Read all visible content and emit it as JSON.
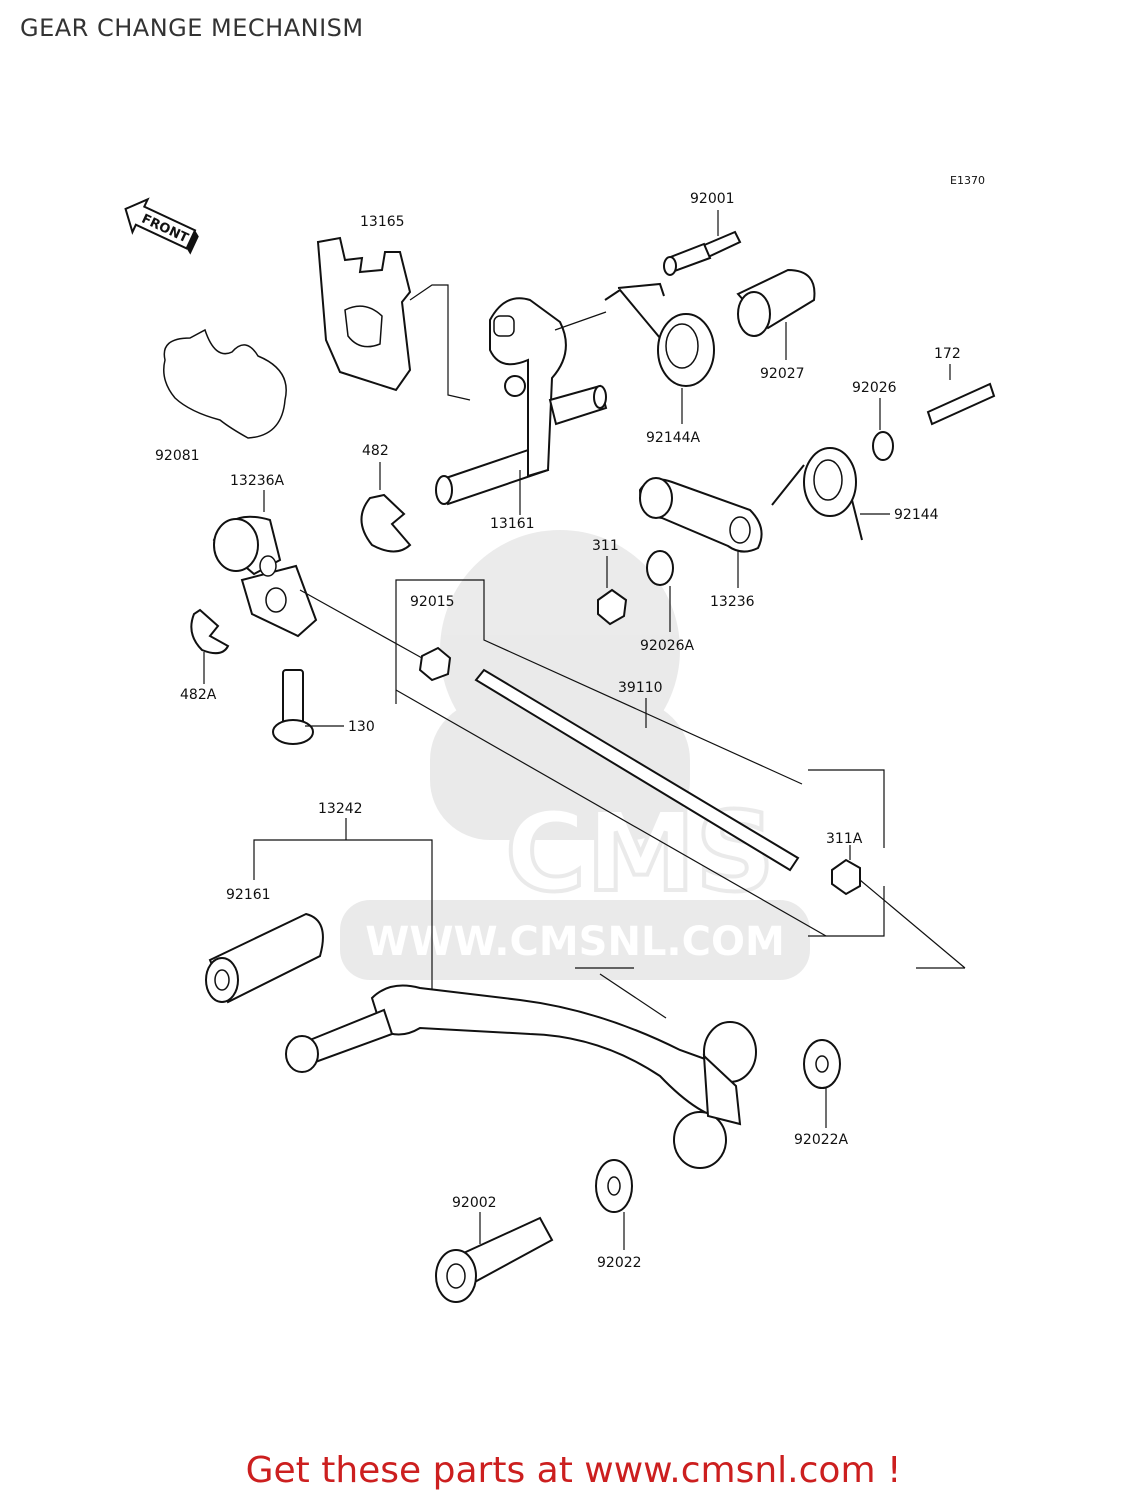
{
  "page": {
    "title": "GEAR CHANGE MECHANISM"
  },
  "diagram": {
    "code": "E1370",
    "front_arrow": "FRONT",
    "labels": {
      "p92001": "92001",
      "p13165": "13165",
      "p92027": "92027",
      "p172": "172",
      "p92026": "92026",
      "p92081": "92081",
      "p482": "482",
      "p92144A": "92144A",
      "p13236A": "13236A",
      "p13161": "13161",
      "p311": "311",
      "p92144": "92144",
      "p13236": "13236",
      "p92015": "92015",
      "p92026A": "92026A",
      "p482A": "482A",
      "p39110": "39110",
      "p130": "130",
      "p13242": "13242",
      "p311A": "311A",
      "p92161": "92161",
      "p92022A": "92022A",
      "p92002": "92002",
      "p92022": "92022"
    }
  },
  "watermark": {
    "brand": "CMS",
    "url": "WWW.CMSNL.COM"
  },
  "footer": {
    "text": "Get these parts at www.cmsnl.com !"
  }
}
